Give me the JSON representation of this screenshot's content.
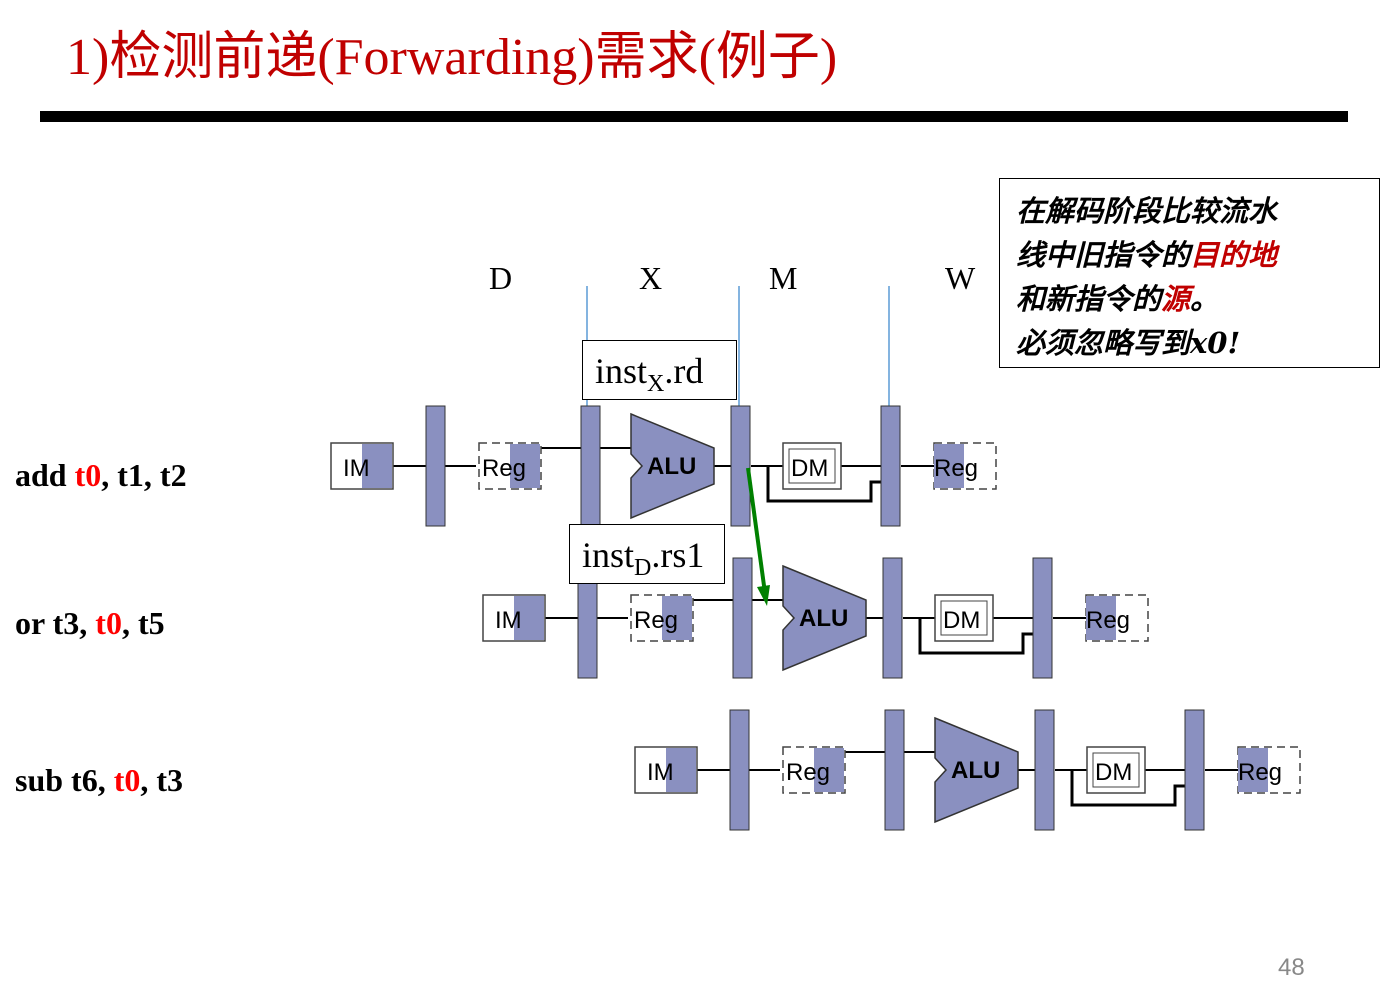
{
  "title": "1)检测前递(Forwarding)需求(例子)",
  "stages": [
    "D",
    "X",
    "M",
    "W"
  ],
  "instructions": [
    {
      "pre": "add ",
      "reg": "t0",
      "post": ", t1, t2"
    },
    {
      "pre": "or t3, ",
      "reg": "t0",
      "post": ", t5"
    },
    {
      "pre": "sub t6, ",
      "reg": "t0",
      "post": ", t3"
    }
  ],
  "boxes": {
    "rd": {
      "base": "inst",
      "sub": "X",
      "suffix": ".rd"
    },
    "rs1": {
      "base": "inst",
      "sub": "D",
      "suffix": ".rs1"
    }
  },
  "note": {
    "line1": "在解码阶段比较流水",
    "line2_a": "线中旧指令的",
    "line2_b": "目的地",
    "line3_a": "和新指令的",
    "line3_b": "源",
    "line3_c": "。",
    "line4": "必须忽略写到x0!"
  },
  "pipeline_labels": {
    "im": "IM",
    "reg": "Reg",
    "alu": "ALU",
    "dm": "DM"
  },
  "colors": {
    "title": "#c00000",
    "highlight": "#ff0000",
    "block": "#8a90c0",
    "arrow": "#008000"
  },
  "page_number": "48"
}
